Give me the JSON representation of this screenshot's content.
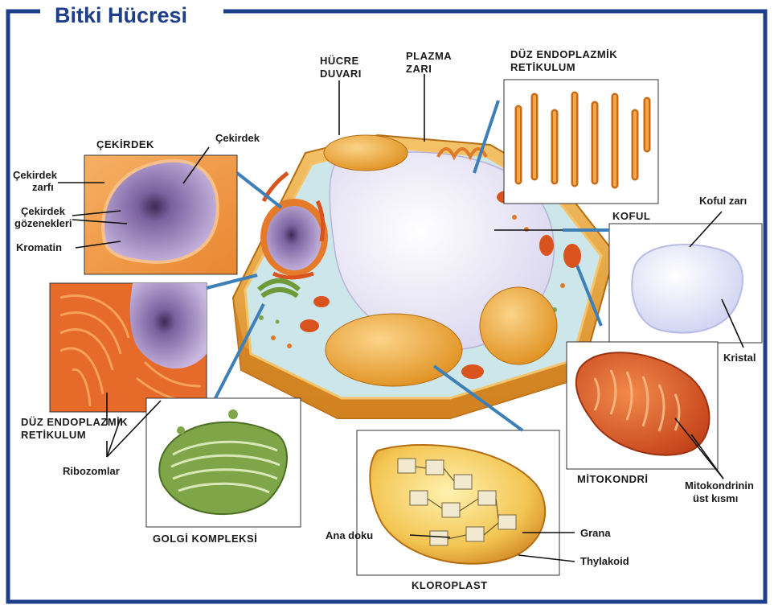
{
  "title": "Bitki Hücresi",
  "colors": {
    "frame": "#1d3e8a",
    "cell_wall": "#e9a83c",
    "cytoplasm": "#cde6ea",
    "vacuole": "#e6e3f3",
    "nucleus": "#9a7fb5",
    "organelle": "#e08a22",
    "golgi": "#6e9a3a"
  },
  "labels": {
    "hucre_duvari_1": "HÜCRE",
    "hucre_duvari_2": "DUVARI",
    "plazma_zari_1": "PLAZMA",
    "plazma_zari_2": "ZARI",
    "duz_er_top_1": "DÜZ ENDOPLAZMİK",
    "duz_er_top_2": "RETİKULUM",
    "cekirdek_box": "ÇEKİRDEK",
    "cekirdek": "Çekirdek",
    "cekirdek_zarfi_1": "Çekirdek",
    "cekirdek_zarfi_2": "zarfı",
    "cekirdek_gozenekleri_1": "Çekirdek",
    "cekirdek_gozenekleri_2": "gözenekleri",
    "kromatin": "Kromatin",
    "koful": "KOFUL",
    "koful_zari": "Koful zarı",
    "kristal": "Kristal",
    "duz_er_left_1": "DÜZ ENDOPLAZMİK",
    "duz_er_left_2": "RETİKULUM",
    "ribozomlar": "Ribozomlar",
    "golgi": "GOLGİ KOMPLEKSİ",
    "mitokondri": "MİTOKONDRİ",
    "mito_ust_1": "Mitokondrinin",
    "mito_ust_2": "üst kısmı",
    "ana_doku": "Ana doku",
    "grana": "Grana",
    "thylakoid": "Thylakoid",
    "kloroplast": "KLOROPLAST"
  }
}
